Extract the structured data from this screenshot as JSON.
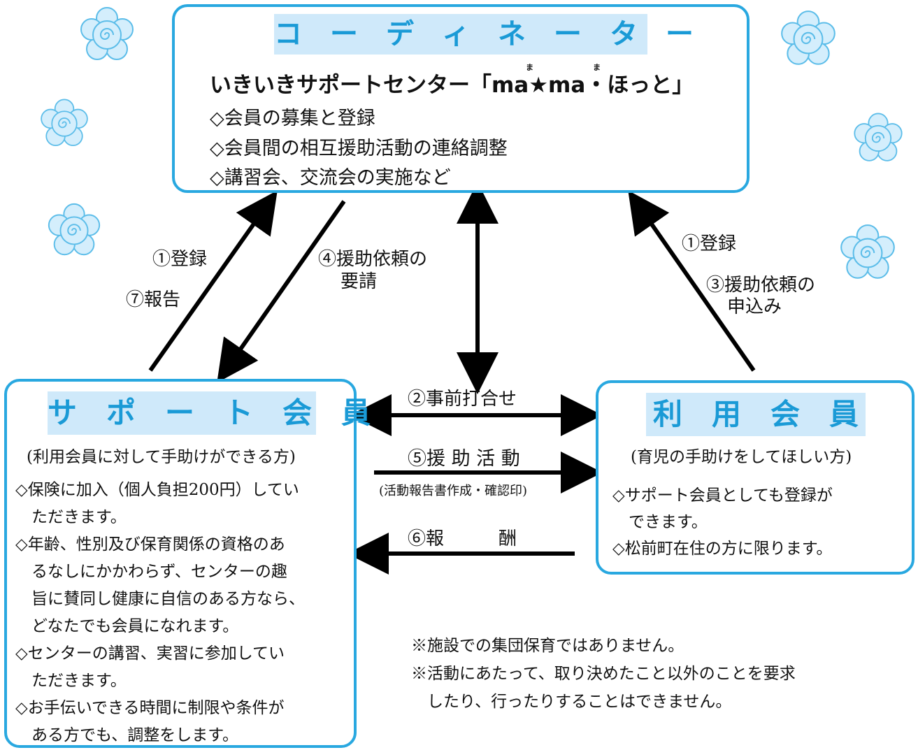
{
  "coordinator": {
    "heading": "コ　ー　デ　ィ　ネ　ー　タ　ー",
    "name_prefix": "いきいきサポートセンター「",
    "name_ma1": "ma",
    "name_star": "★",
    "name_ma2": "ma",
    "name_suffix": "・ほっと」",
    "ruby": "ま",
    "items": [
      "◇会員の募集と登録",
      "◇会員間の相互援助活動の連絡調整",
      "◇講習会、交流会の実施など"
    ]
  },
  "support_member": {
    "heading": "サ　ポ　ー　ト　会　員",
    "subtitle": "(利用会員に対して手助けができる方)",
    "lines": [
      "◇保険に加入（個人負担200円）してい",
      "　ただきます。",
      "◇年齢、性別及び保育関係の資格のあ",
      "　るなしにかかわらず、センターの趣",
      "　旨に賛同し健康に自信のある方なら、",
      "　どなたでも会員になれます。",
      "◇センターの講習、実習に参加してい",
      "　ただきます。",
      "◇お手伝いできる時間に制限や条件が",
      "　ある方でも、調整をします。"
    ]
  },
  "user_member": {
    "heading": "利　用　会　員",
    "subtitle": "(育児の手助けをしてほしい方)",
    "lines": [
      "◇サポート会員としても登録が",
      "　できます。",
      "◇松前町在住の方に限ります。"
    ]
  },
  "arrow_labels": {
    "left_register": "①登録",
    "left_report": "⑦報告",
    "request_1": "④援助依頼の",
    "request_2": "要請",
    "right_register": "①登録",
    "apply_1": "③援助依頼の",
    "apply_2": "申込み",
    "meeting": "②事前打合せ",
    "activity": "⑤援 助 活 動",
    "activity_note": "(活動報告書作成・確認印)",
    "reward": "⑥報　　　酬"
  },
  "notes": [
    "※施設での集団保育ではありません。",
    "※活動にあたって、取り決めたこと以外のことを要求",
    "　したり、行ったりすることはできません。"
  ],
  "colors": {
    "border": "#29a8e0",
    "band": "#cfe9fa",
    "heading": "#1a9ad6",
    "flower": "#bfe3f8"
  }
}
